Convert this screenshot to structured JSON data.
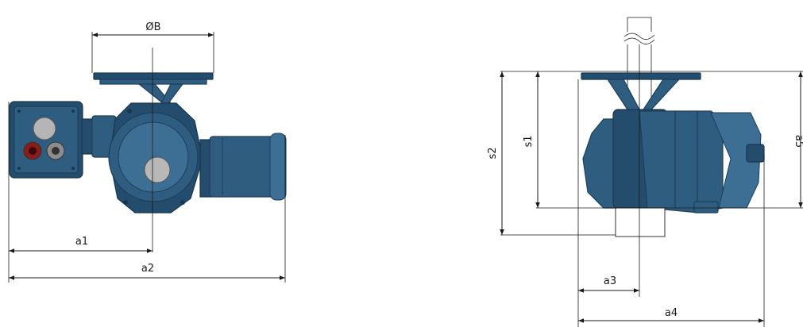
{
  "labels": {
    "diameter_b": "ØB",
    "a1": "a1",
    "a2": "a2",
    "a3": "a3",
    "a4": "a4",
    "a5": "a5",
    "s1": "s1",
    "s2": "s2"
  },
  "colors": {
    "actuator_body": "#2f5d80",
    "actuator_dark": "#244d6d",
    "actuator_light": "#3d6f94",
    "dimension_lines": "#1a1a1a",
    "background": "#ffffff"
  }
}
